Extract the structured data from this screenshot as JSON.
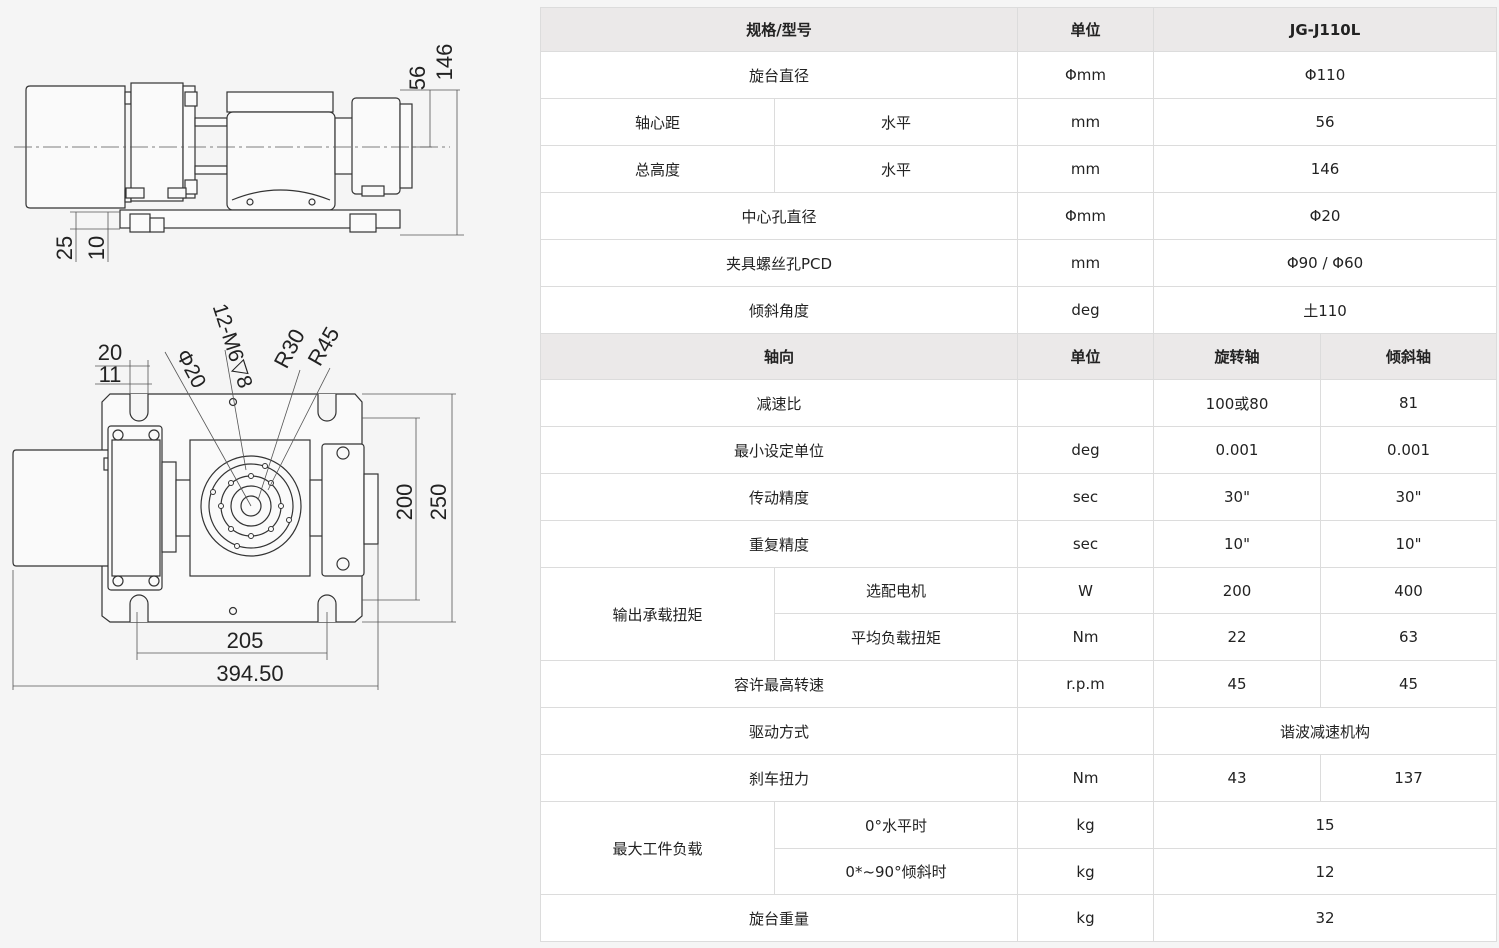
{
  "drawing": {
    "top_view_dims": [
      "56",
      "146",
      "25",
      "10"
    ],
    "plan_view_dims": [
      "20",
      "11",
      "Φ20",
      "12-M6▽8",
      "R30",
      "R45",
      "200",
      "250",
      "205",
      "394.50"
    ]
  },
  "spec_table": {
    "header1": [
      "规格/型号",
      "单位",
      "JG-J110L"
    ],
    "rows_a": [
      {
        "label": "旋台直径",
        "unit": "Φmm",
        "value": "Φ110"
      },
      {
        "label": "轴心距",
        "sub": "水平",
        "unit": "mm",
        "value": "56"
      },
      {
        "label": "总高度",
        "sub": "水平",
        "unit": "mm",
        "value": "146"
      },
      {
        "label": "中心孔直径",
        "unit": "Φmm",
        "value": "Φ20"
      },
      {
        "label": "夹具螺丝孔PCD",
        "unit": "mm",
        "value": "Φ90 / Φ60"
      },
      {
        "label": "倾斜角度",
        "unit": "deg",
        "value": "土110"
      }
    ],
    "header2": [
      "轴向",
      "单位",
      "旋转轴",
      "倾斜轴"
    ],
    "rows_b": [
      {
        "label": "减速比",
        "unit": "",
        "rot": "100或80",
        "tilt": "81"
      },
      {
        "label": "最小设定单位",
        "unit": "deg",
        "rot": "0.001",
        "tilt": "0.001"
      },
      {
        "label": "传动精度",
        "unit": "sec",
        "rot": "30\"",
        "tilt": "30\""
      },
      {
        "label": "重复精度",
        "unit": "sec",
        "rot": "10\"",
        "tilt": "10\""
      }
    ],
    "torque": {
      "label": "输出承载扭矩",
      "rows": [
        {
          "sub": "选配电机",
          "unit": "W",
          "rot": "200",
          "tilt": "400"
        },
        {
          "sub": "平均负载扭矩",
          "unit": "Nm",
          "rot": "22",
          "tilt": "63"
        }
      ]
    },
    "speed": {
      "label": "容许最高转速",
      "unit": "r.p.m",
      "rot": "45",
      "tilt": "45"
    },
    "drive": {
      "label": "驱动方式",
      "unit": "",
      "value": "谐波减速机构"
    },
    "brake": {
      "label": "刹车扭力",
      "unit": "Nm",
      "rot": "43",
      "tilt": "137"
    },
    "load": {
      "label": "最大工件负载",
      "rows": [
        {
          "sub": "0°水平时",
          "unit": "kg",
          "value": "15"
        },
        {
          "sub": "0*~90°倾斜时",
          "unit": "kg",
          "value": "12"
        }
      ]
    },
    "weight": {
      "label": "旋台重量",
      "unit": "kg",
      "value": "32"
    }
  }
}
